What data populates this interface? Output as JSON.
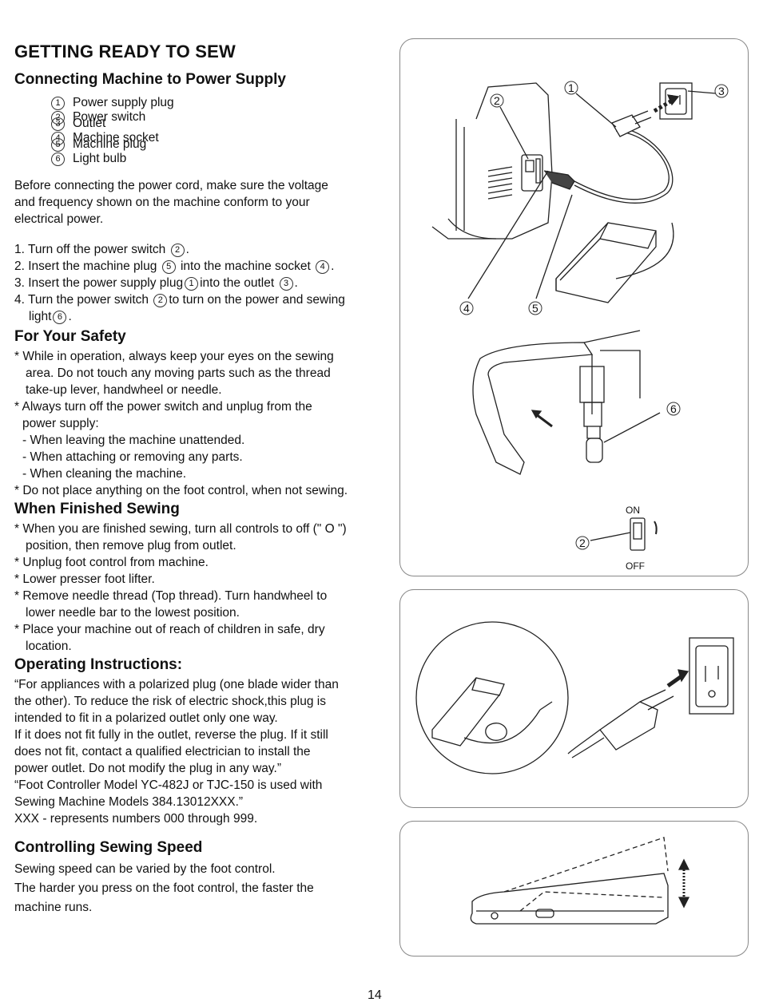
{
  "title": "GETTING READY TO SEW",
  "section1": {
    "heading": "Connecting Machine to Power Supply",
    "parts": [
      {
        "n": "1",
        "label": "Power supply plug"
      },
      {
        "n": "2",
        "label": "Power switch"
      },
      {
        "n": "3",
        "label": "Outlet"
      },
      {
        "n": "4",
        "label": "Machine socket"
      },
      {
        "n": "5",
        "label": "Machine plug"
      },
      {
        "n": "6",
        "label": "Light bulb"
      }
    ],
    "intro": [
      "Before connecting the power cord, make sure the voltage",
      "and frequency shown on the machine conform to your",
      "electrical power."
    ],
    "steps": {
      "s1a": "1. Turn off the power switch",
      "s1n": "2",
      "s1b": ".",
      "s2a": "2. Insert the machine plug",
      "s2n1": "5",
      "s2b": "into the machine socket",
      "s2n2": "4",
      "s2c": ".",
      "s3a": "3. Insert the power supply plug",
      "s3n1": "1",
      "s3b": "into the outlet",
      "s3n2": "3",
      "s3c": ".",
      "s4a": "4. Turn the power switch",
      "s4n1": "2",
      "s4b": "to turn on the power and sewing",
      "s4c": "light",
      "s4n2": "6",
      "s4d": "."
    }
  },
  "safety": {
    "heading": "For Your Safety",
    "lines": [
      "* While in operation, always keep your eyes on the sewing",
      "area. Do not touch any moving parts such as the thread",
      "take-up lever, handwheel or needle.",
      "* Always turn off the power switch and unplug from the",
      "power supply:",
      "- When leaving the machine unattended.",
      "- When attaching or removing any parts.",
      "- When cleaning the machine.",
      "* Do not place anything on the foot control, when not sewing."
    ]
  },
  "finished": {
    "heading": "When Finished Sewing",
    "lines": [
      "* When you are finished sewing, turn all controls to off (\" O \")",
      "position, then remove plug from outlet.",
      "* Unplug foot control from machine.",
      "* Lower presser foot lifter.",
      "* Remove needle thread (Top thread). Turn handwheel to",
      "lower needle bar to the lowest position.",
      "* Place your machine out of reach of children in safe, dry",
      "location."
    ]
  },
  "operating": {
    "heading": "Operating Instructions:",
    "lines": [
      "“For appliances with a polarized plug (one blade wider than",
      "the other). To reduce the risk of electric shock,this plug is",
      "intended to fit in a polarized outlet only one way.",
      "If it does not fit fully in the outlet, reverse the plug. If it still",
      "does not fit, contact a qualified electrician to install the",
      "power outlet. Do not modify the plug in any way.”",
      "“Foot Controller Model YC-482J or TJC-150 is used with",
      "Sewing Machine Models 384.13012XXX.”",
      "XXX - represents numbers 000 through 999."
    ]
  },
  "speed": {
    "heading": "Controlling Sewing Speed",
    "lines": [
      "Sewing speed can be varied by the foot control.",
      "The harder you press on the foot control, the faster the",
      "machine runs."
    ]
  },
  "figure": {
    "c1": "1",
    "c2": "2",
    "c3": "3",
    "c4": "4",
    "c5": "5",
    "c6": "6",
    "c2b": "2",
    "on": "ON",
    "off": "OFF"
  },
  "page_number": "14"
}
